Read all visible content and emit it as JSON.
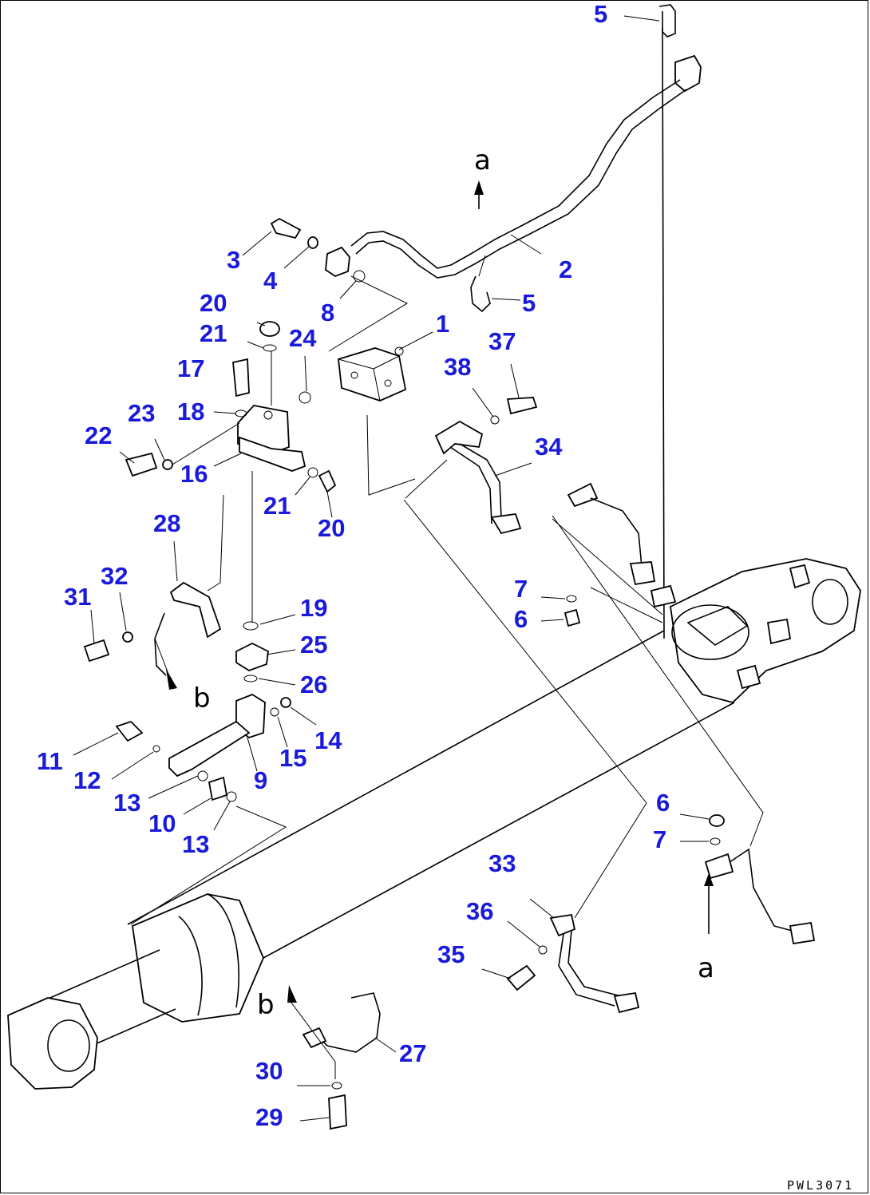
{
  "drawing": {
    "code": "PWL3071",
    "view_markers": [
      "a",
      "b",
      "b",
      "a"
    ],
    "callouts": [
      "1",
      "2",
      "3",
      "4",
      "5",
      "5",
      "6",
      "6",
      "7",
      "7",
      "8",
      "9",
      "10",
      "11",
      "12",
      "13",
      "13",
      "14",
      "15",
      "16",
      "17",
      "18",
      "19",
      "20",
      "20",
      "21",
      "21",
      "22",
      "23",
      "24",
      "25",
      "26",
      "27",
      "28",
      "29",
      "30",
      "31",
      "32",
      "33",
      "34",
      "35",
      "36",
      "37",
      "38"
    ]
  },
  "colors": {
    "callout": "#1a1adb",
    "line": "#000000",
    "background": "#ffffff"
  }
}
